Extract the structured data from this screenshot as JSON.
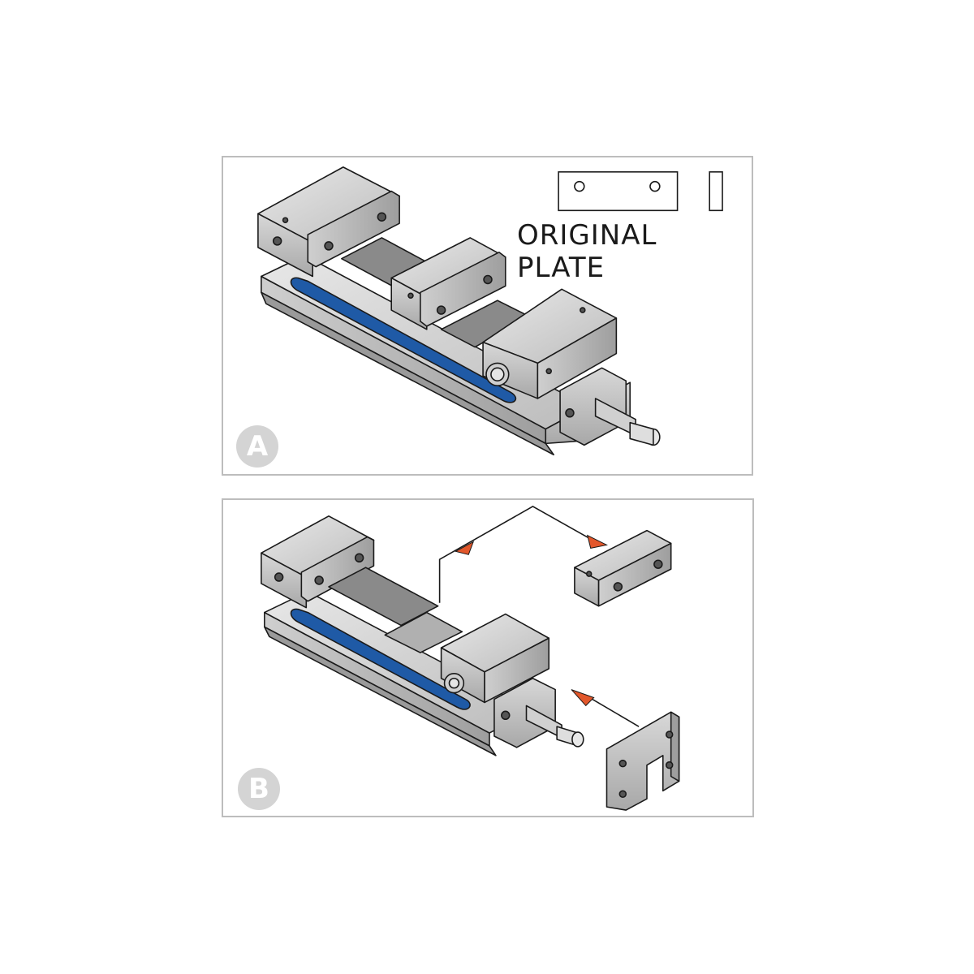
{
  "panels": [
    {
      "badge": "A",
      "legend_label": "ORIGINAL PLATE"
    },
    {
      "badge": "B"
    }
  ],
  "colors": {
    "steel_light": "#dcdcdc",
    "steel_mid": "#bdbdbd",
    "steel_dark": "#8f8f8f",
    "rail_blue": "#1f5aa6",
    "arrow_orange": "#e2572b",
    "outline": "#1a1a1a"
  }
}
